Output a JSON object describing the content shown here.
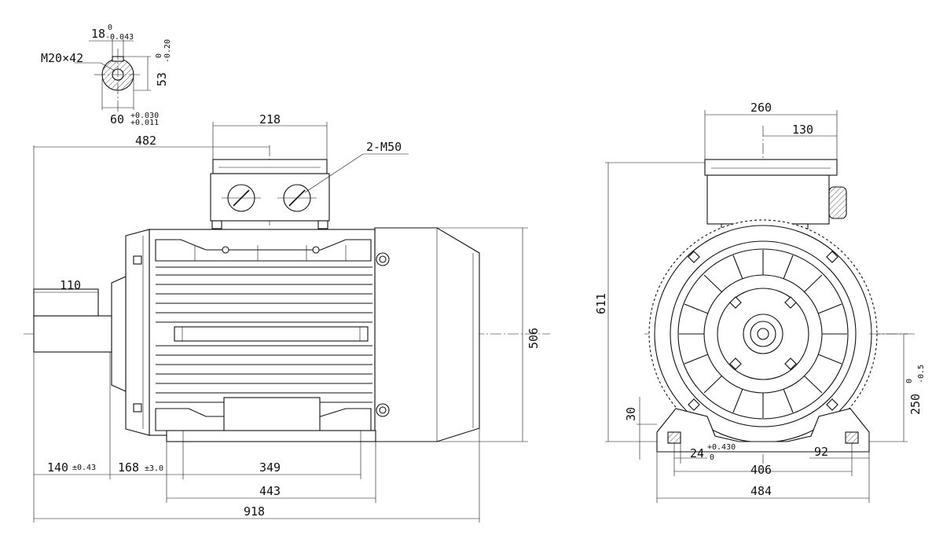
{
  "shaft_detail": {
    "thread": "M20×42",
    "key_width": "18",
    "key_width_tol_upper": "0",
    "key_width_tol_lower": "-0.043",
    "key_height": "53",
    "key_height_tol_upper": "0",
    "key_height_tol_lower": "-0.20",
    "diameter": "60",
    "diameter_tol_upper": "+0.030",
    "diameter_tol_lower": "+0.011"
  },
  "side_view": {
    "terminal_box_width": "218",
    "shaft_end_to_box": "482",
    "cable_glands": "2-M50",
    "shaft_length": "110",
    "frame_height": "506",
    "shaft_to_foot": "140",
    "shaft_to_foot_tol": "±0.43",
    "foot_offset": "168",
    "foot_offset_tol": "±3.0",
    "foot_hole_spacing": "349",
    "foot_length": "443",
    "overall_length": "918"
  },
  "end_view": {
    "box_width": "260",
    "box_half_width": "130",
    "overall_height": "611",
    "shaft_height": "250",
    "shaft_height_tol_upper": "0",
    "shaft_height_tol_lower": "-0.5",
    "foot_thickness": "30",
    "foot_hole": "24",
    "foot_hole_tol_upper": "+0.430",
    "foot_hole_tol_lower": "0",
    "foot_width_edge": "92",
    "foot_hole_pitch": "406",
    "base_width": "484"
  }
}
